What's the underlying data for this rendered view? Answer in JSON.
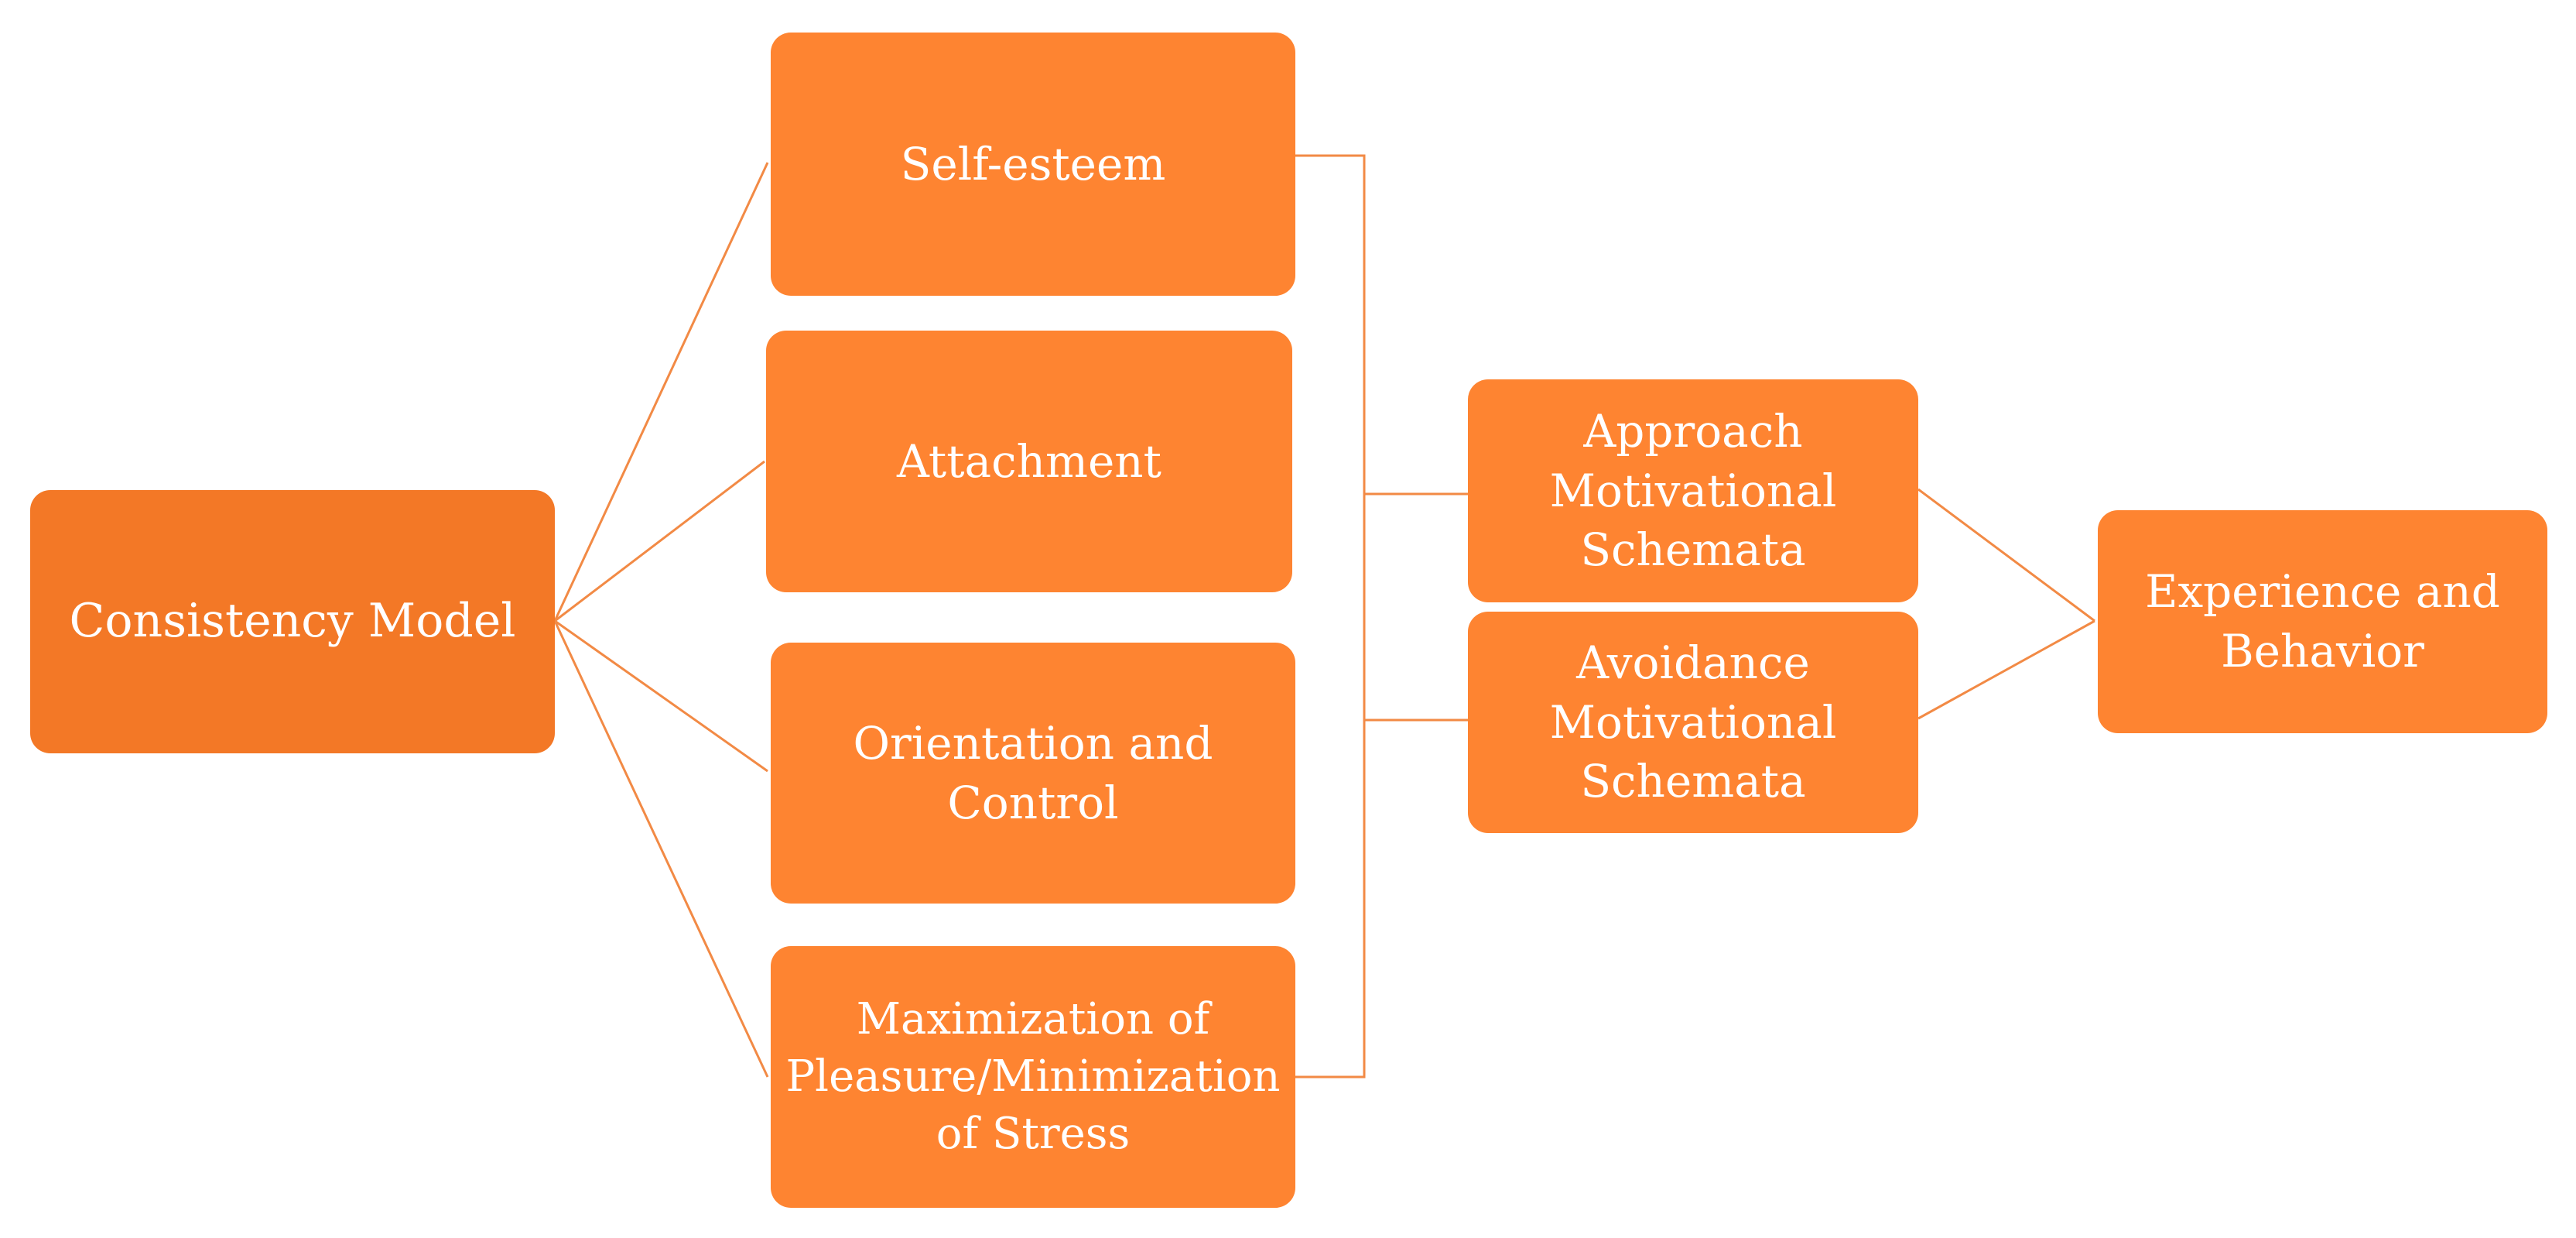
{
  "diagram": {
    "root": {
      "label": "Consistency Model"
    },
    "needs": [
      {
        "label": "Self-esteem"
      },
      {
        "label": "Attachment"
      },
      {
        "label": "Orientation and\nControl"
      },
      {
        "label": "Maximization of\nPleasure/Minimization\nof Stress"
      }
    ],
    "schemata": [
      {
        "label": "Approach\nMotivational\nSchemata"
      },
      {
        "label": "Avoidance\nMotivational\nSchemata"
      }
    ],
    "outcome": {
      "label": "Experience and\nBehavior"
    }
  },
  "colors": {
    "root_fill": "#f37826",
    "node_fill": "#fe8431",
    "connector": "#f28a45",
    "text": "#ffffff"
  }
}
